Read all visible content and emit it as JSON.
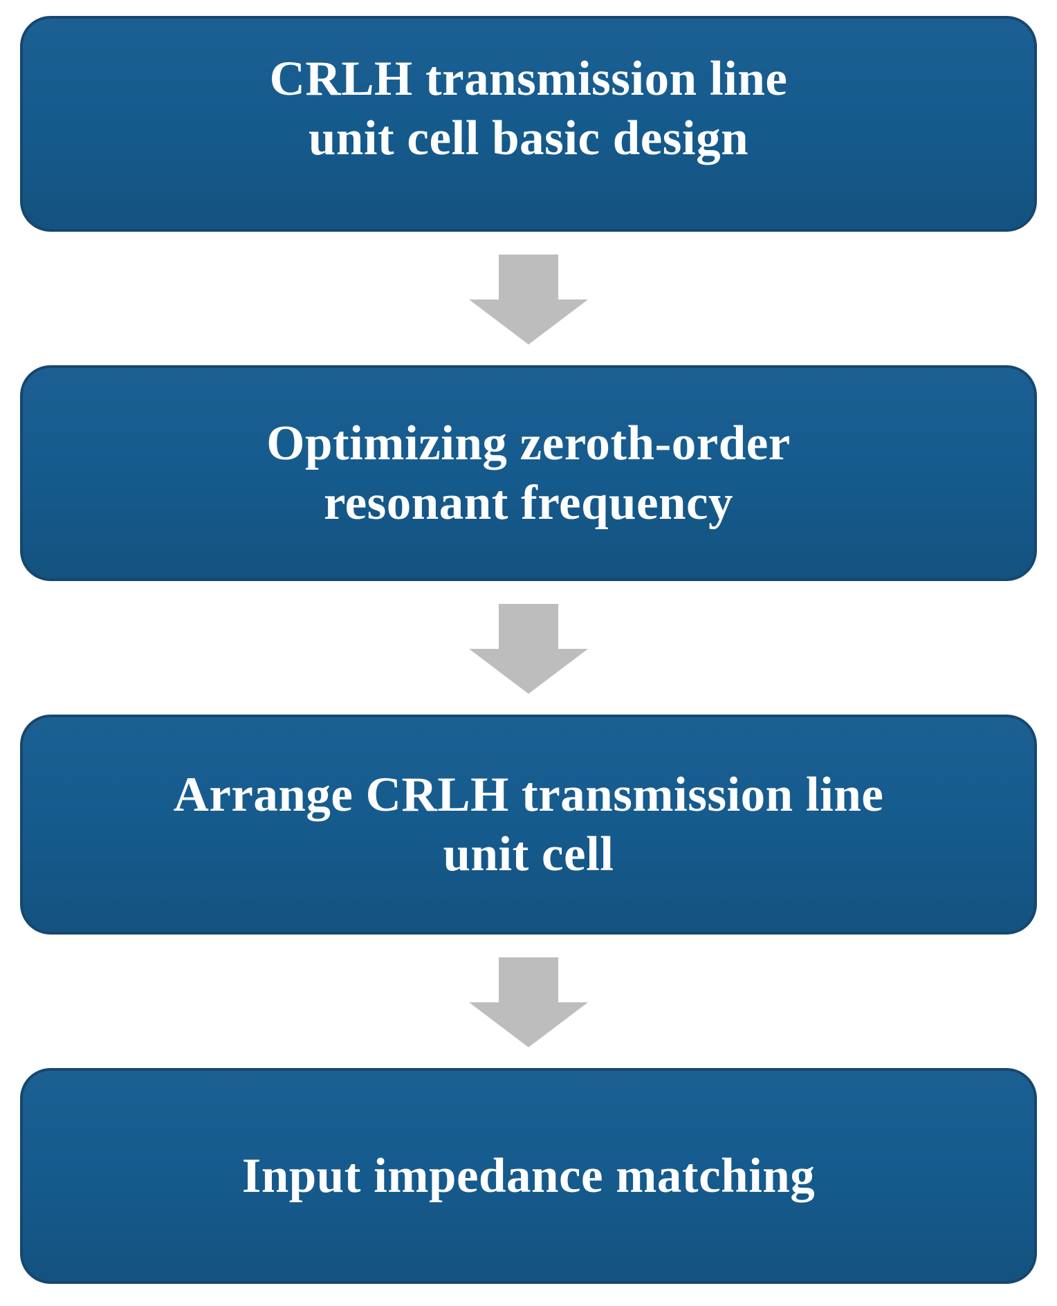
{
  "flowchart": {
    "steps": [
      {
        "lines": [
          "CRLH transmission line",
          "unit cell basic design"
        ]
      },
      {
        "lines": [
          "Optimizing zeroth-order",
          "resonant frequency"
        ]
      },
      {
        "lines": [
          "Arrange CRLH transmission line",
          "unit cell"
        ]
      },
      {
        "lines": [
          "Input impedance matching"
        ]
      }
    ],
    "connector_icon": "down-arrow"
  },
  "colors": {
    "background": "#ffffff",
    "box-fill-top": "#1c6093",
    "box-fill": "#155a8c",
    "box-fill-bottom": "#14527f",
    "box-border": "#16476f",
    "box-text": "#ffffff",
    "arrow-fill": "#bdbdbd"
  }
}
